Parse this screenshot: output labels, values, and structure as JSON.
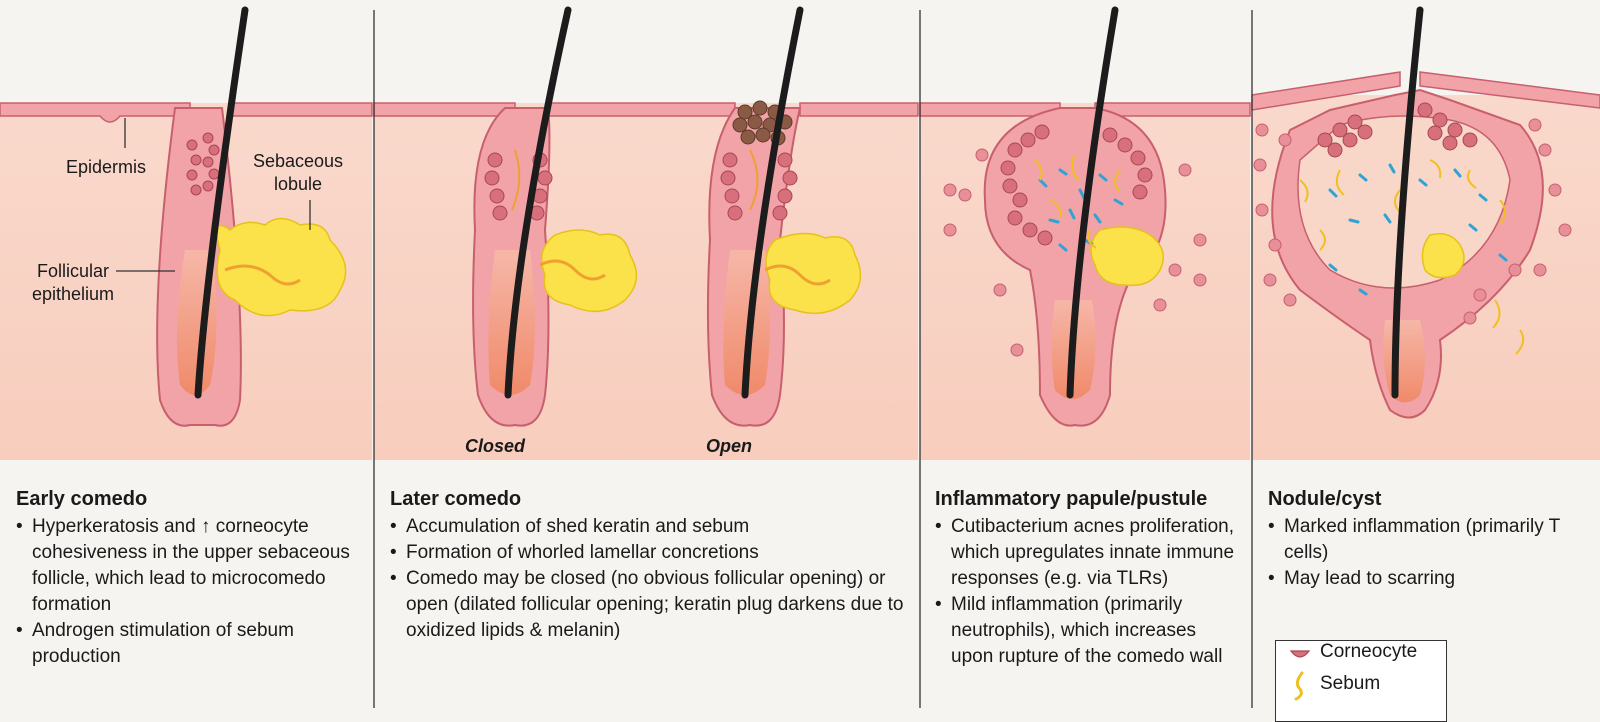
{
  "colors": {
    "background": "#f5f4f0",
    "dermis": "#f9d7c8",
    "epidermis": "#f2a3a8",
    "epidermis_edge": "#d9747e",
    "hair": "#1c1c1c",
    "sebum": "#fbe14a",
    "corneocyte": "#d8707c",
    "bacteria": "#2fa3d6",
    "inflammation": "#e07080",
    "plug": "#8b5a45"
  },
  "panels": [
    {
      "title": "Early comedo",
      "labels": {
        "epidermis": "Epidermis",
        "sebaceous_lobule": "Sebaceous\nlobule",
        "follicular_epithelium": "Follicular\nepithelium"
      },
      "bullets": [
        "Hyperkeratosis and ↑ corneocyte cohesiveness in the upper sebaceous follicle, which lead to microcomedo formation",
        "Androgen stimulation of sebum production"
      ]
    },
    {
      "title": "Later comedo",
      "sublabels": [
        "Closed",
        "Open"
      ],
      "bullets": [
        "Accumulation of shed keratin and sebum",
        "Formation of whorled lamellar concretions",
        "Comedo may be closed (no obvious follicular opening) or open (dilated follicular opening; keratin plug darkens due to oxidized lipids & melanin)"
      ]
    },
    {
      "title": "Inflammatory papule/pustule",
      "bullets": [
        "Cutibacterium acnes proliferation, which upregulates innate immune responses (e.g. via TLRs)",
        "Mild inflammation (primarily neutrophils), which increases upon rupture of the comedo wall"
      ]
    },
    {
      "title": "Nodule/cyst",
      "bullets": [
        "Marked inflammation (primarily T cells)",
        "May lead to scarring"
      ]
    }
  ],
  "legend": {
    "items": [
      {
        "label": "Corneocyte",
        "icon": "corneocyte-icon"
      },
      {
        "label": "Sebum",
        "icon": "sebum-icon"
      }
    ]
  }
}
